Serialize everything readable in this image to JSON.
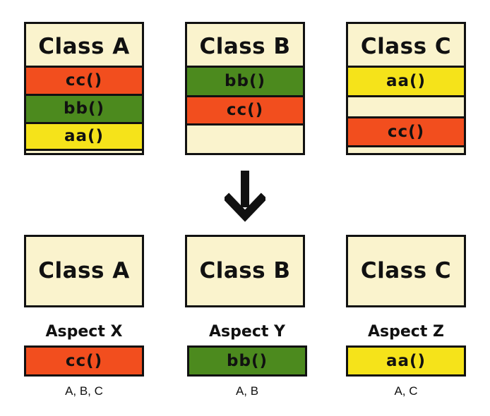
{
  "top_classes": [
    {
      "name": "Class A",
      "methods": [
        "cc()",
        "bb()",
        "aa()"
      ]
    },
    {
      "name": "Class B",
      "methods": [
        "bb()",
        "cc()"
      ]
    },
    {
      "name": "Class C",
      "methods": [
        "aa()",
        "cc()"
      ]
    }
  ],
  "bottom_classes": [
    "Class A",
    "Class B",
    "Class C"
  ],
  "aspects": [
    {
      "title": "Aspect X",
      "method": "cc()",
      "applies_to": "A, B, C"
    },
    {
      "title": "Aspect Y",
      "method": "bb()",
      "applies_to": "A, B"
    },
    {
      "title": "Aspect Z",
      "method": "aa()",
      "applies_to": "A, C"
    }
  ],
  "colors": {
    "red": "#f24e1e",
    "green": "#4c8a1e",
    "yellow": "#f5e31a",
    "cream": "#faf3cd"
  }
}
